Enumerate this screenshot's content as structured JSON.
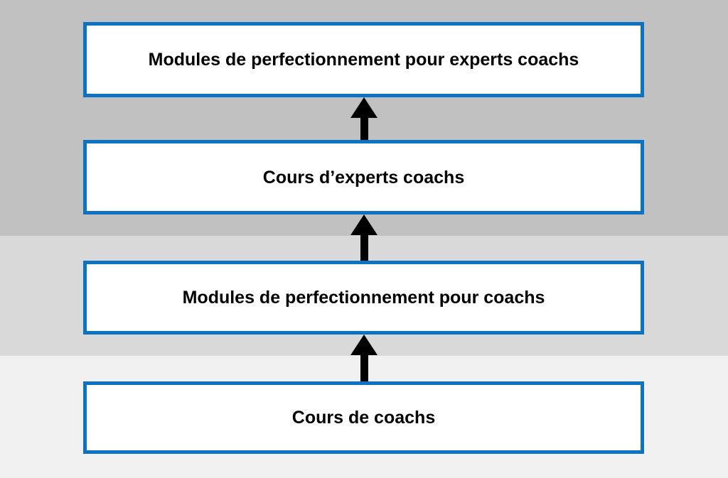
{
  "diagram": {
    "type": "vertical-progression-flowchart",
    "arrow_direction": "up",
    "levels": [
      {
        "id": "level-4-top",
        "label": "Modules de perfectionnement pour experts coachs"
      },
      {
        "id": "level-3",
        "label": "Cours d’experts coachs"
      },
      {
        "id": "level-2",
        "label": "Modules de perfectionnement pour coachs"
      },
      {
        "id": "level-1-bottom",
        "label": "Cours de coachs"
      }
    ],
    "colors": {
      "band_top": "#c1c1c1",
      "band_middle": "#d9d9d9",
      "band_bottom": "#f1f1f2",
      "box_border": "#0d72c2",
      "box_fill": "#ffffff",
      "arrow": "#000000",
      "text": "#000000"
    }
  }
}
